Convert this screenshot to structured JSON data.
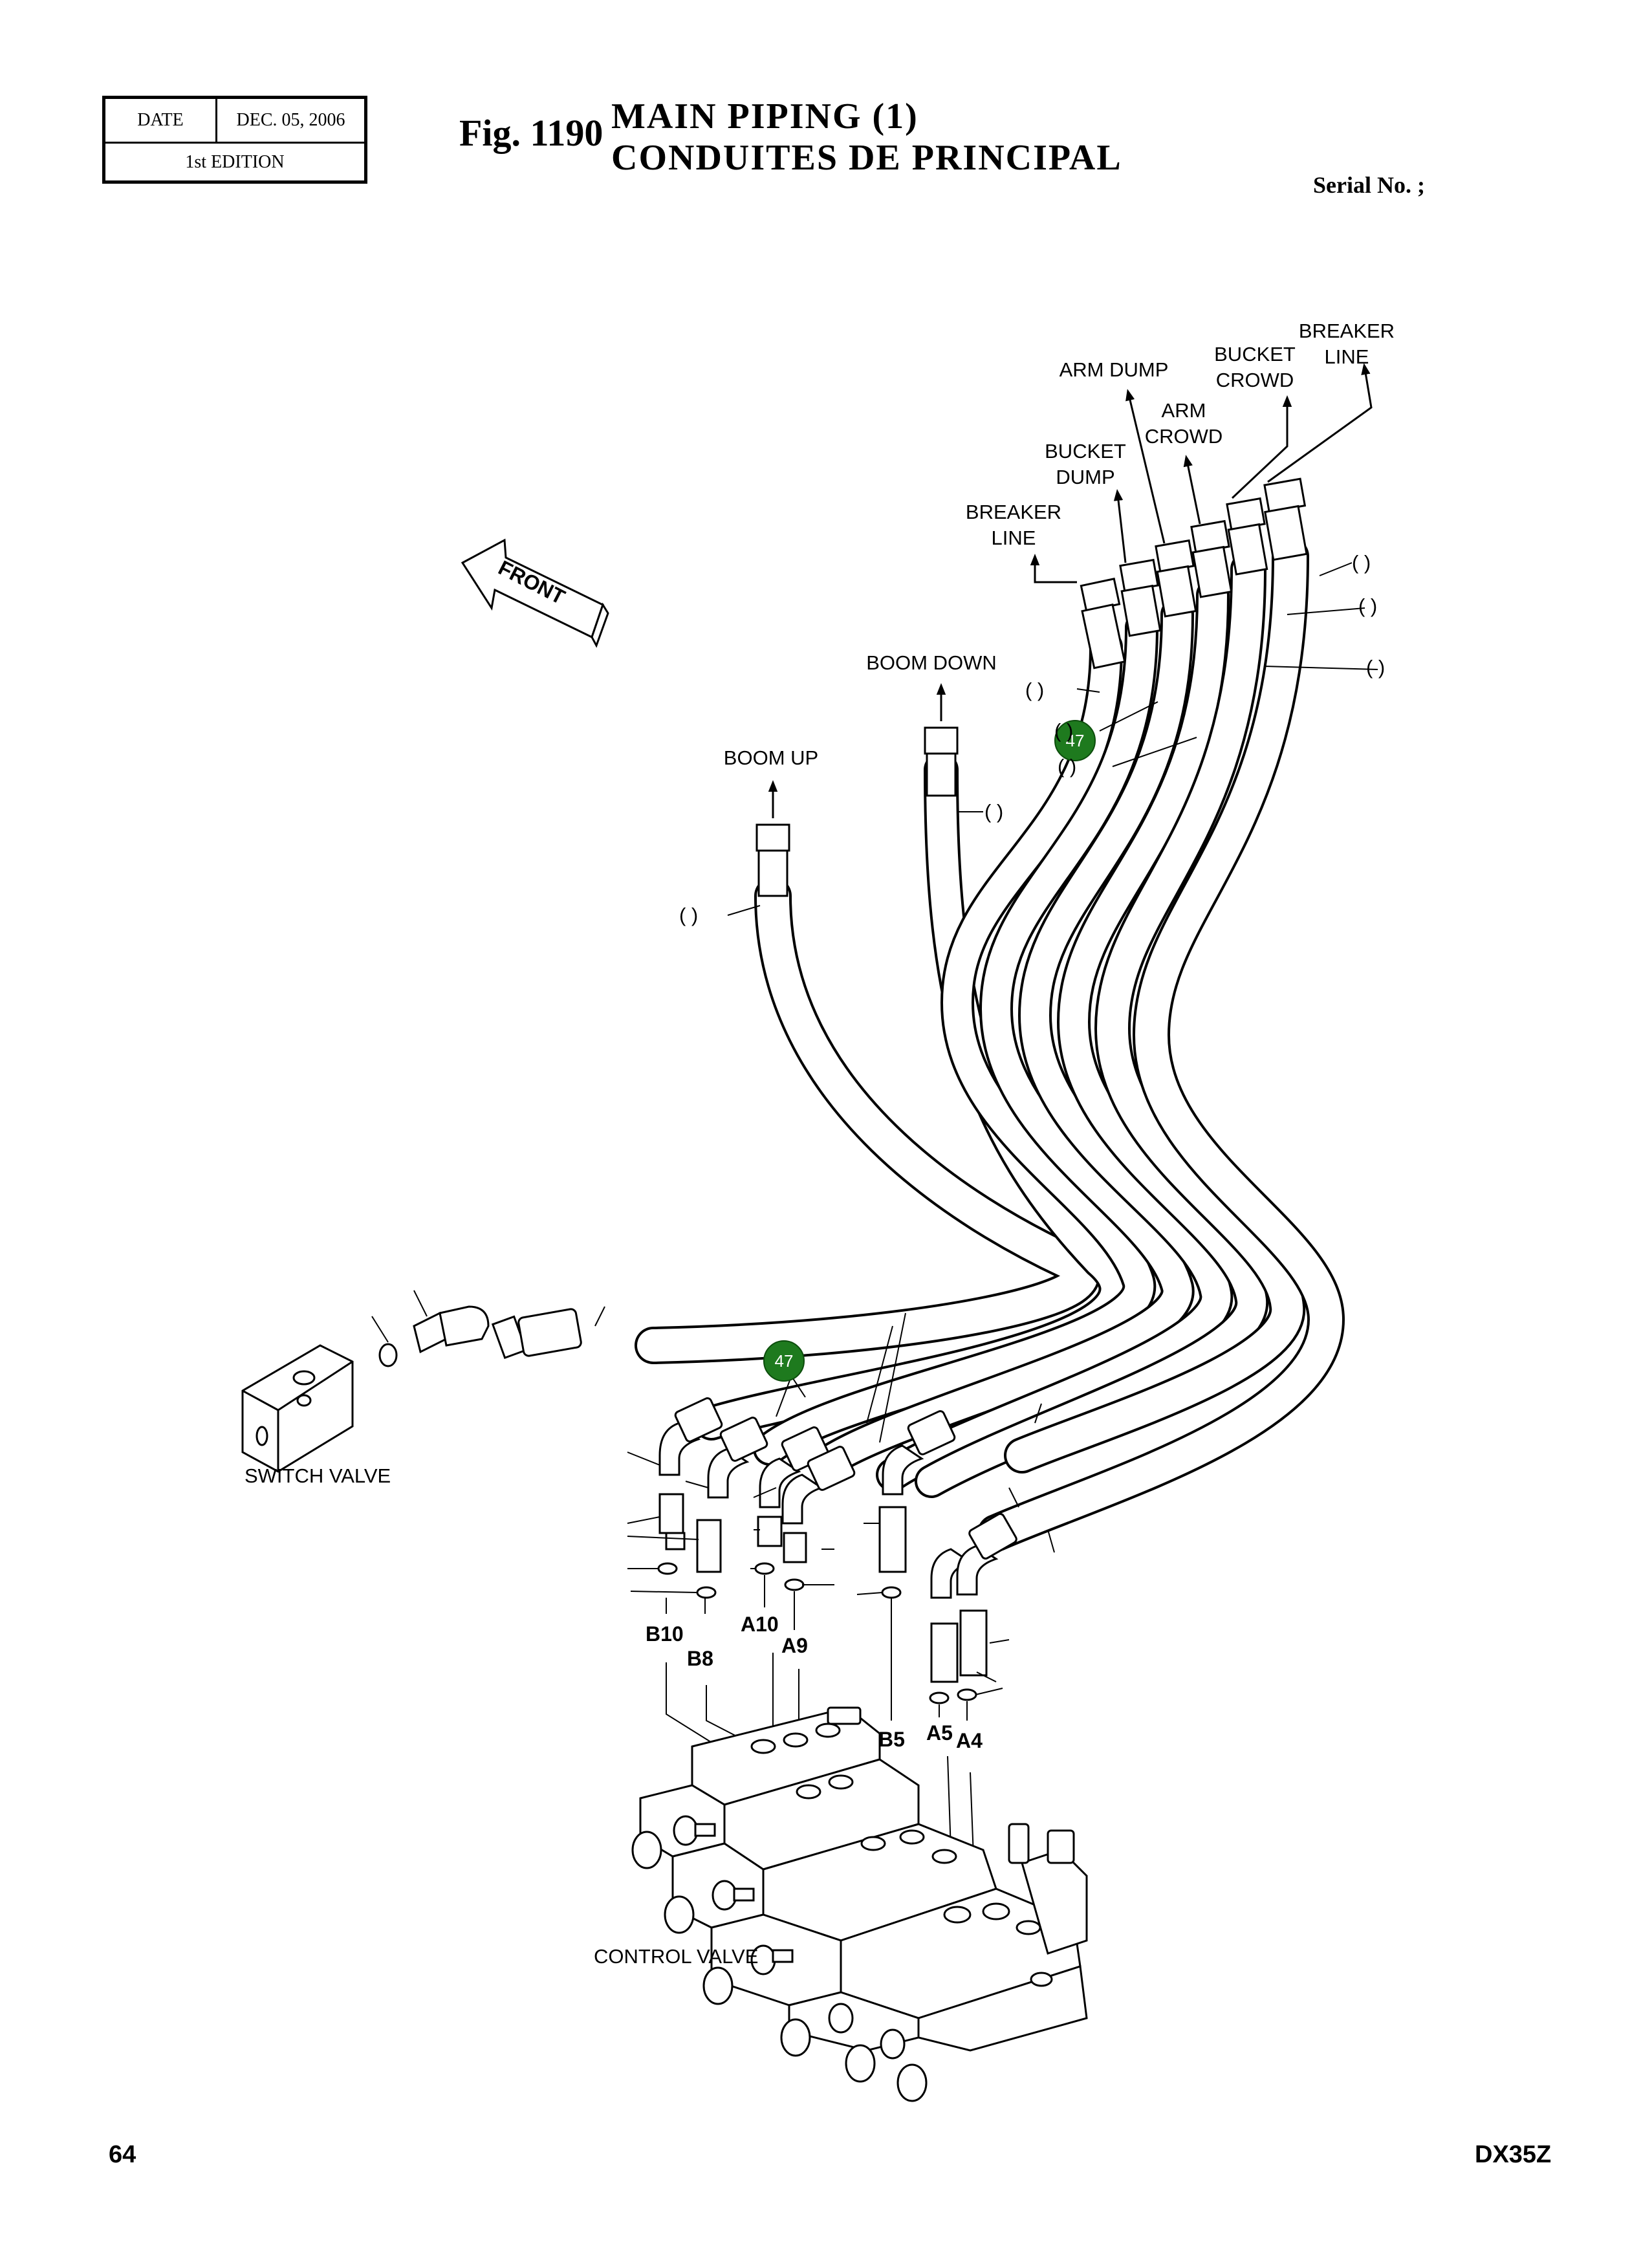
{
  "header": {
    "date_label": "DATE",
    "date_value": "DEC. 05, 2006",
    "edition": "1st EDITION",
    "fig_number": "Fig. 1190",
    "title_en": "MAIN  PIPING  (1)",
    "title_fr": "CONDUITES  DE  PRINCIPAL",
    "serial_no": "Serial No. ;"
  },
  "footer": {
    "page_number": "64",
    "model": "DX35Z"
  },
  "labels": {
    "breaker_line_top_1": "BREAKER",
    "breaker_line_top_2": "LINE",
    "bucket_crowd_1": "BUCKET",
    "bucket_crowd_2": "CROWD",
    "arm_dump": "ARM DUMP",
    "arm_crowd_1": "ARM",
    "arm_crowd_2": "CROWD",
    "bucket_dump_1": "BUCKET",
    "bucket_dump_2": "DUMP",
    "breaker_line_low_1": "BREAKER",
    "breaker_line_low_2": "LINE",
    "front": "FRONT",
    "boom_down": "BOOM DOWN",
    "boom_up": "BOOM UP",
    "switch_valve": "SWITCH VALVE",
    "control_valve": "CONTROL VALVE",
    "paren": "(      )"
  },
  "ports": {
    "b10": "B10",
    "b8": "B8",
    "a10": "A10",
    "a9": "A9",
    "b5": "B5",
    "a5": "A5",
    "a4": "A4"
  },
  "callouts": {
    "upper": "47",
    "lower": "47"
  },
  "colors": {
    "callout_fill": "#1e7a1e",
    "line": "#000000"
  }
}
